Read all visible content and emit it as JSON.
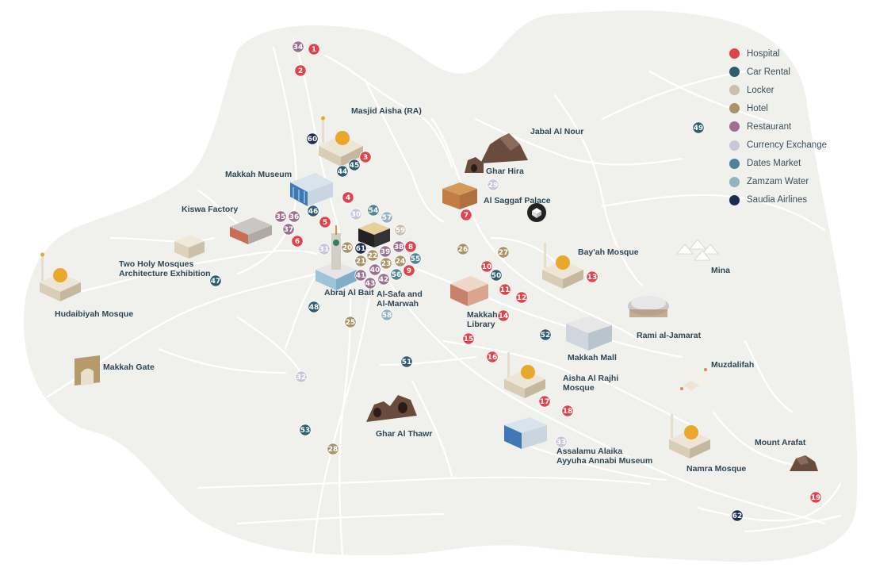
{
  "categories": [
    {
      "key": "hospital",
      "label": "Hospital",
      "color": "#e0434a"
    },
    {
      "key": "car",
      "label": "Car Rental",
      "color": "#2e5d6e"
    },
    {
      "key": "locker",
      "label": "Locker",
      "color": "#cdbfae"
    },
    {
      "key": "hotel",
      "label": "Hotel",
      "color": "#a89467"
    },
    {
      "key": "restaurant",
      "label": "Restaurant",
      "color": "#9c7090"
    },
    {
      "key": "currency",
      "label": "Currency Exchange",
      "color": "#c9c6da"
    },
    {
      "key": "dates",
      "label": "Dates Market",
      "color": "#4f8397"
    },
    {
      "key": "zamzam",
      "label": "Zamzam Water",
      "color": "#94b3be"
    },
    {
      "key": "saudia",
      "label": "Saudia Airlines",
      "color": "#1b2b50"
    }
  ],
  "places": [
    {
      "id": "masjid-aisha",
      "name": "Masjid Aisha (RA)",
      "icon": "mosque-icon"
    },
    {
      "id": "jabal-al-nour",
      "name": "Jabal Al Nour",
      "icon": "mountain-icon"
    },
    {
      "id": "ghar-hira",
      "name": "Ghar Hira",
      "icon": "cave-icon"
    },
    {
      "id": "makkah-museum",
      "name": "Makkah Museum",
      "icon": "museum-icon"
    },
    {
      "id": "al-saggaf-palace",
      "name": "Al Saggaf Palace",
      "icon": "palace-icon"
    },
    {
      "id": "kiswa-factory",
      "name": "Kiswa Factory",
      "icon": "factory-icon"
    },
    {
      "id": "bayah-mosque",
      "name": "Bay'ah Mosque",
      "icon": "mosque-icon"
    },
    {
      "id": "mina",
      "name": "Mina",
      "icon": "tents-icon"
    },
    {
      "id": "two-holy-mosques",
      "name": "Two Holy Mosques\nArchitecture Exhibition",
      "icon": "exhibition-icon"
    },
    {
      "id": "abraj-al-bait",
      "name": "Abraj Al Bait",
      "icon": "clock-tower-icon"
    },
    {
      "id": "al-safa",
      "name": "Al-Safa and\nAl-Marwah",
      "icon": "kaaba-icon"
    },
    {
      "id": "hudaibiyah-mosque",
      "name": "Hudaibiyah Mosque",
      "icon": "mosque-icon"
    },
    {
      "id": "makkah-library",
      "name": "Makkah\nLibrary",
      "icon": "library-icon"
    },
    {
      "id": "rami-al-jamarat",
      "name": "Rami al-Jamarat",
      "icon": "jamarat-icon"
    },
    {
      "id": "makkah-mall",
      "name": "Makkah Mall",
      "icon": "mall-icon"
    },
    {
      "id": "makkah-gate",
      "name": "Makkah Gate",
      "icon": "gate-icon"
    },
    {
      "id": "muzdalifah",
      "name": "Muzdalifah",
      "icon": "camp-icon"
    },
    {
      "id": "aisha-al-rajhi",
      "name": "Aisha Al Rajhi\nMosque",
      "icon": "mosque-icon"
    },
    {
      "id": "ghar-al-thawr",
      "name": "Ghar Al Thawr",
      "icon": "cave-icon"
    },
    {
      "id": "assalamu-museum",
      "name": "Assalamu Alaika\nAyyuha Annabi Museum",
      "icon": "museum-icon"
    },
    {
      "id": "mount-arafat",
      "name": "Mount Arafat",
      "icon": "mountain-icon"
    },
    {
      "id": "namra-mosque",
      "name": "Namra Mosque",
      "icon": "mosque-icon"
    }
  ],
  "markers": [
    {
      "n": "1",
      "cat": "hospital"
    },
    {
      "n": "2",
      "cat": "hospital"
    },
    {
      "n": "3",
      "cat": "hospital"
    },
    {
      "n": "4",
      "cat": "hospital"
    },
    {
      "n": "5",
      "cat": "hospital"
    },
    {
      "n": "6",
      "cat": "hospital"
    },
    {
      "n": "7",
      "cat": "hospital"
    },
    {
      "n": "8",
      "cat": "hospital"
    },
    {
      "n": "9",
      "cat": "hospital"
    },
    {
      "n": "10",
      "cat": "hospital"
    },
    {
      "n": "11",
      "cat": "hospital"
    },
    {
      "n": "12",
      "cat": "hospital"
    },
    {
      "n": "13",
      "cat": "hospital"
    },
    {
      "n": "14",
      "cat": "hospital"
    },
    {
      "n": "15",
      "cat": "hospital"
    },
    {
      "n": "16",
      "cat": "hospital"
    },
    {
      "n": "17",
      "cat": "hospital"
    },
    {
      "n": "18",
      "cat": "hospital"
    },
    {
      "n": "19",
      "cat": "hospital"
    },
    {
      "n": "20",
      "cat": "hotel"
    },
    {
      "n": "21",
      "cat": "hotel"
    },
    {
      "n": "22",
      "cat": "hotel"
    },
    {
      "n": "23",
      "cat": "hotel"
    },
    {
      "n": "24",
      "cat": "hotel"
    },
    {
      "n": "25",
      "cat": "hotel"
    },
    {
      "n": "26",
      "cat": "hotel"
    },
    {
      "n": "27",
      "cat": "hotel"
    },
    {
      "n": "28",
      "cat": "hotel"
    },
    {
      "n": "29",
      "cat": "currency"
    },
    {
      "n": "30",
      "cat": "currency"
    },
    {
      "n": "31",
      "cat": "currency"
    },
    {
      "n": "32",
      "cat": "currency"
    },
    {
      "n": "33",
      "cat": "currency"
    },
    {
      "n": "34",
      "cat": "restaurant"
    },
    {
      "n": "35",
      "cat": "restaurant"
    },
    {
      "n": "36",
      "cat": "restaurant"
    },
    {
      "n": "37",
      "cat": "restaurant"
    },
    {
      "n": "38",
      "cat": "restaurant"
    },
    {
      "n": "39",
      "cat": "restaurant"
    },
    {
      "n": "40",
      "cat": "restaurant"
    },
    {
      "n": "41",
      "cat": "restaurant"
    },
    {
      "n": "42",
      "cat": "restaurant"
    },
    {
      "n": "43",
      "cat": "restaurant"
    },
    {
      "n": "44",
      "cat": "car"
    },
    {
      "n": "45",
      "cat": "car"
    },
    {
      "n": "46",
      "cat": "car"
    },
    {
      "n": "47",
      "cat": "car"
    },
    {
      "n": "48",
      "cat": "car"
    },
    {
      "n": "49",
      "cat": "car"
    },
    {
      "n": "50",
      "cat": "car"
    },
    {
      "n": "51",
      "cat": "car"
    },
    {
      "n": "52",
      "cat": "car"
    },
    {
      "n": "53",
      "cat": "car"
    },
    {
      "n": "54",
      "cat": "dates"
    },
    {
      "n": "55",
      "cat": "dates"
    },
    {
      "n": "56",
      "cat": "dates"
    },
    {
      "n": "57",
      "cat": "zamzam"
    },
    {
      "n": "58",
      "cat": "zamzam"
    },
    {
      "n": "59",
      "cat": "locker"
    },
    {
      "n": "60",
      "cat": "saudia"
    },
    {
      "n": "61",
      "cat": "saudia"
    },
    {
      "n": "62",
      "cat": "saudia"
    }
  ]
}
